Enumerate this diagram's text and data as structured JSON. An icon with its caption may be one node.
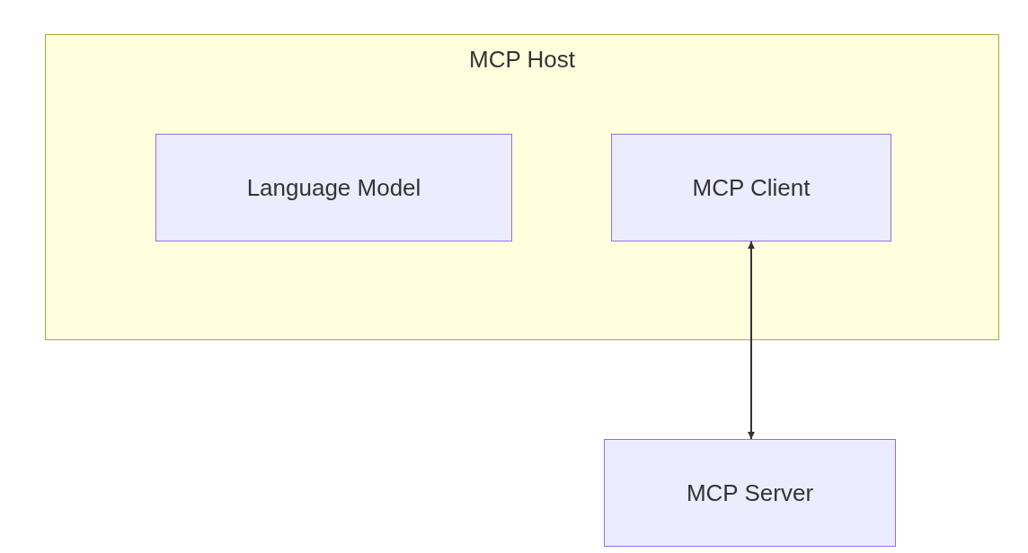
{
  "diagram": {
    "nodes": [
      {
        "text": [
          "MCP Host"
        ]
      },
      {
        "text": [
          "Language Model"
        ],
        "in": 0
      },
      {
        "text": [
          "MCP Client"
        ],
        "in": 0
      },
      {
        "text": [
          "MCP Server"
        ]
      }
    ],
    "edges": [
      {
        "from": 2,
        "to": 3,
        "arrow": "both"
      }
    ]
  }
}
